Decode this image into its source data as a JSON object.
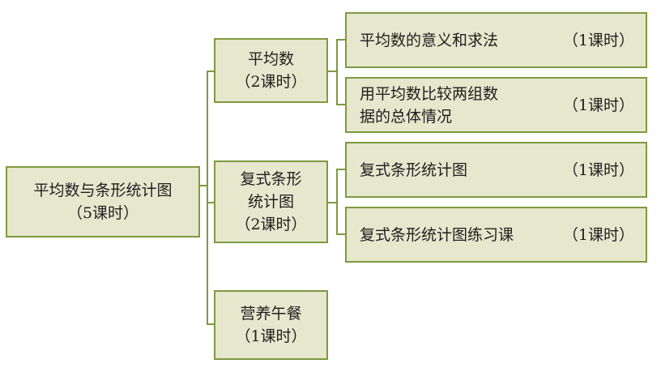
{
  "root": {
    "title": "平均数与条形统计图",
    "hours": "（5课时）"
  },
  "units": [
    {
      "title": "平均数",
      "hours": "（2课时）"
    },
    {
      "title": "复式条形\n统计图",
      "hours": "（2课时）"
    },
    {
      "title": "营养午餐",
      "hours": "（1课时）"
    }
  ],
  "lessons": [
    {
      "title": "平均数的意义和求法",
      "hours": "（1课时）"
    },
    {
      "title": "用平均数比较两组数\n据的总体情况",
      "hours": "（1课时）"
    },
    {
      "title": "复式条形统计图",
      "hours": "（1课时）"
    },
    {
      "title": "复式条形统计图练习课",
      "hours": "（1课时）"
    }
  ],
  "colors": {
    "box_fill": "#e6e7cd",
    "border": "#7d9a3f",
    "text": "#1e1e1e"
  }
}
